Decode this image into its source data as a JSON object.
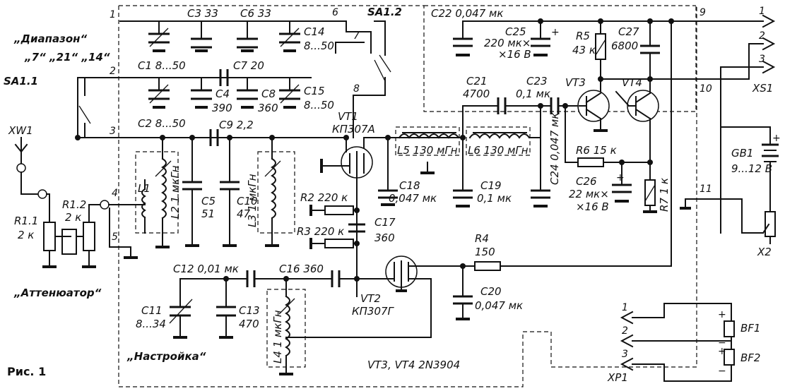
{
  "figure": {
    "caption": "Рис. 1",
    "transistor_note": "VT3, VT4 2N3904"
  },
  "controls": {
    "band_switch": "„Диапазон“",
    "band_values": "„7“ „21“ „14“",
    "attenuator": "„Аттенюатор“",
    "tuning": "„Настройка“"
  },
  "components": {
    "C3": "C3 33",
    "C6": "C6 33",
    "C14a": "C14",
    "C14b": "8...50",
    "C1": "C1 8...50",
    "C7": "C7 20",
    "C2": "C2 8...50",
    "C4a": "C4",
    "C4b": "390",
    "C8a": "C8",
    "C8b": "360",
    "C15a": "C15",
    "C15b": "8...50",
    "C9": "C9 2,2",
    "C5a": "C5",
    "C5b": "51",
    "C10a": "C10",
    "C10b": "47",
    "L1": "L1",
    "L2": "L2 1 мкГн",
    "L3": "L3 1 мкГн",
    "SA1_1": "SA1.1",
    "SA1_2": "SA1.2",
    "VT1a": "VT1",
    "VT1b": "КП307А",
    "C22": "C22 0,047 мк",
    "C25a": "C25",
    "C25b": "220 мк×",
    "C25c": "×16 В",
    "R5a": "R5",
    "R5b": "43 к",
    "C27a": "C27",
    "C27b": "6800",
    "C21a": "C21",
    "C21b": "4700",
    "C23a": "C23",
    "C23b": "0,1 мк",
    "VT3": "VT3",
    "VT4": "VT4",
    "L5": "L5 130 мГн",
    "L6": "L6 130 мГн",
    "C24": "C24 0,047 мк",
    "R6": "R6 15 к",
    "C26a": "C26",
    "C26b": "22 мк×",
    "C26c": "×16 В",
    "R7": "R7 1 к",
    "C18a": "C18",
    "C18b": "0,047 мк",
    "C19a": "C19",
    "C19b": "0,1 мк",
    "R2": "R2 220 к",
    "R3": "R3 220 к",
    "C17a": "C17",
    "C17b": "360",
    "R4a": "R4",
    "R4b": "150",
    "C20a": "C20",
    "C20b": "0,047 мк",
    "C12": "C12 0,01 мк",
    "C16": "C16 360",
    "C11a": "C11",
    "C11b": "8...34",
    "C13a": "C13",
    "C13b": "470",
    "L4": "L4 1 мкГн",
    "VT2a": "VT2",
    "VT2b": "КП307Г",
    "XW1": "XW1",
    "R1_1a": "R1.1",
    "R1_1b": "2 к",
    "R1_2a": "R1.2",
    "R1_2b": "2 к",
    "XS1": "XS1",
    "GB1a": "GB1",
    "GB1b": "9...12 В",
    "X2": "X2",
    "XP1": "XP1",
    "BF1": "BF1",
    "BF2": "BF2"
  },
  "nodes": [
    "1",
    "2",
    "3",
    "4",
    "5",
    "6",
    "7",
    "8",
    "9",
    "10",
    "11"
  ],
  "pins": {
    "xs1": [
      "1",
      "2",
      "3"
    ],
    "xp1": [
      "1",
      "2",
      "3"
    ]
  },
  "signs": {
    "plus": "+",
    "minus": "−"
  }
}
